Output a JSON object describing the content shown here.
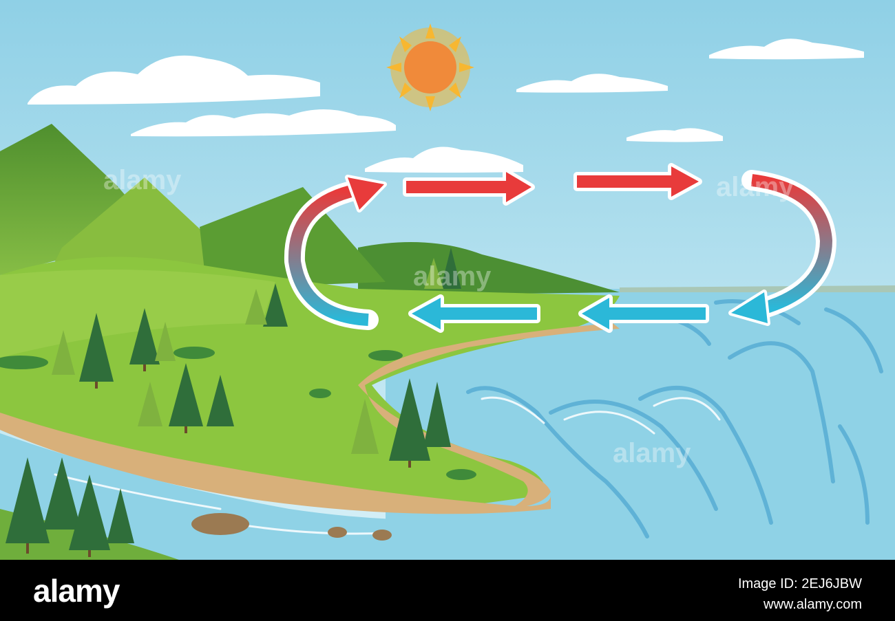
{
  "scene": {
    "sky_top": "#8fd0e6",
    "sky_bottom": "#cfeef7",
    "sun_color": "#f08a3a",
    "sun_ray_color": "#f7b731",
    "water_color": "#8fd2e6",
    "wave_color": "#5fb2d6",
    "grass_color": "#8cc63f",
    "mountain_color": "#6aa83a",
    "evaporation_arrow_color": "#e83b3b",
    "return_arrow_color": "#2bb8d8",
    "watermark": "alamy"
  },
  "footer": {
    "brand": "alamy",
    "image_id": "Image ID: 2EJ6JBW",
    "site": "www.alamy.com"
  }
}
